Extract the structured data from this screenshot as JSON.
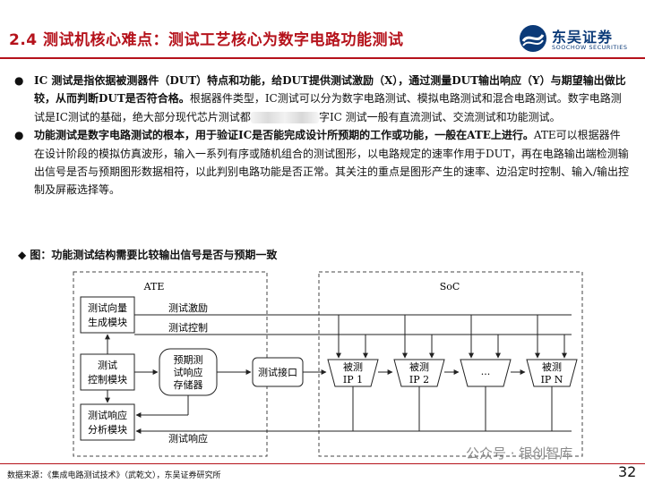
{
  "header": {
    "title": "2.4 测试机核心难点：测试工艺核心为数字电路功能测试",
    "logo_text": "东吴证券",
    "logo_sub": "SOOCHOW SECURITIES"
  },
  "bullets": [
    {
      "marker": "●",
      "bold": "IC 测试是指依据被测器件（DUT）特点和功能，给DUT提供测试激励（X），通过测量DUT输出响应（Y）与期望输出做比较，从而判断DUT是否符合格。",
      "normal_a": "根据器件类型，IC测试可以分为数字电路测试、模拟电路测试和混合电路测试。数字电路测试是IC测试的基础，绝大部分现代芯片测试都",
      "normal_b": "字IC 测试一般有直流测试、交流测试和功能测试。"
    },
    {
      "marker": "●",
      "bold": "功能测试是数字电路测试的根本，用于验证IC是否能完成设计所预期的工作或功能，一般在ATE上进行。",
      "normal": "ATE可以根据器件在设计阶段的模拟仿真波形，输入一系列有序或随机组合的测试图形，以电路规定的速率作用于DUT，再在电路输出端检测输出信号是否与预期图形数据相符，以此判别电路功能是否正常。其关注的重点是图形产生的速率、边沿定时控制、输入/输出控制及屏蔽选择等。"
    }
  ],
  "figure": {
    "caption": "◆ 图：功能测试结构需要比较输出信号是否与预期一致",
    "ate_label": "ATE",
    "soc_label": "SoC",
    "vector_gen": [
      "测试向量",
      "生成模块"
    ],
    "test_ctrl": [
      "测试",
      "控制模块"
    ],
    "resp_analysis": [
      "测试响应",
      "分析模块"
    ],
    "expected_store": [
      "预期测",
      "试响应",
      "存储器"
    ],
    "test_port": "测试接口",
    "sig_stimulus": "测试激励",
    "sig_control": "测试控制",
    "sig_response": "测试响应",
    "ip1": [
      "被测",
      "IP 1"
    ],
    "ip2": [
      "被测",
      "IP 2"
    ],
    "ip_dots": "···",
    "ipn": [
      "被测",
      "IP N"
    ]
  },
  "footer": {
    "source": "数据来源：《集成电路测试技术》（武乾文），东吴证券研究所",
    "page": "32",
    "watermark": "公众号 · 银创智库"
  },
  "colors": {
    "accent_red": "#b5121b",
    "brand_blue": "#0b3a78"
  }
}
